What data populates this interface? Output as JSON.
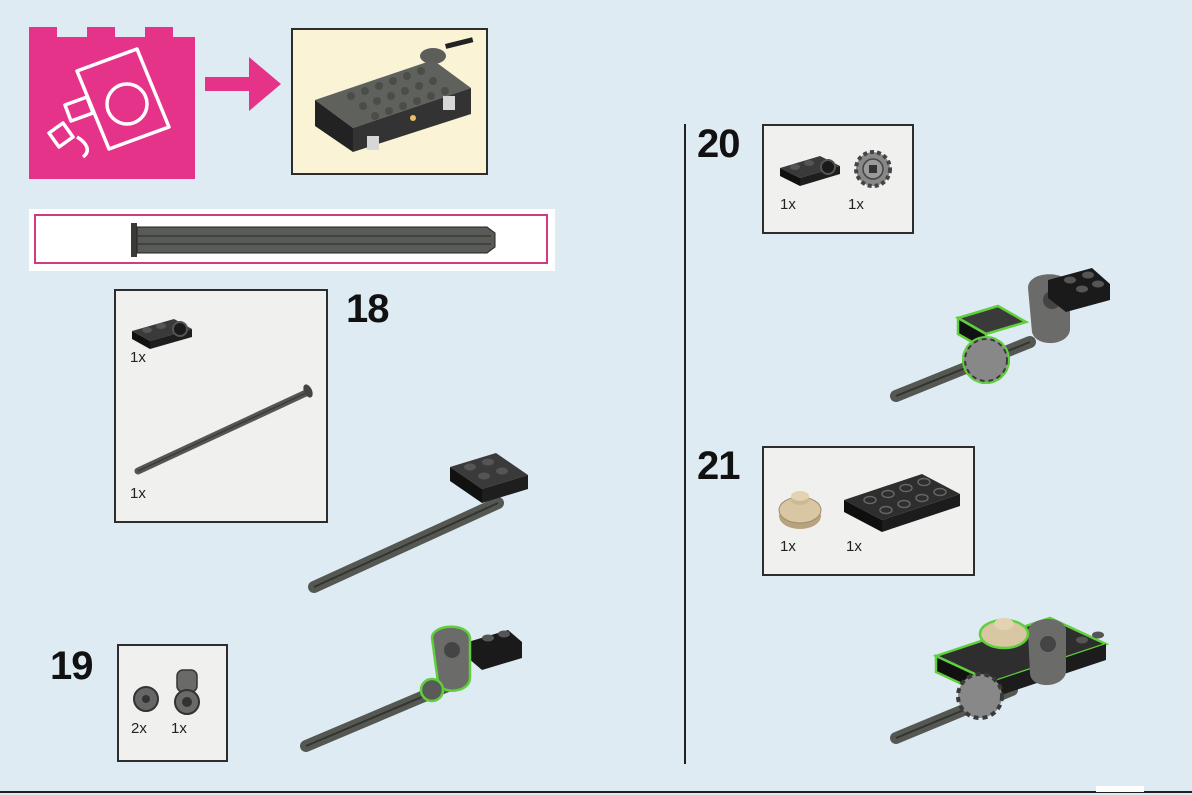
{
  "page": {
    "background": "#deebf3",
    "bag_color": "#e5338a"
  },
  "steps": [
    {
      "number": "18",
      "parts": [
        {
          "qty": "1x"
        },
        {
          "qty": "1x"
        }
      ]
    },
    {
      "number": "19",
      "parts": [
        {
          "qty": "2x"
        },
        {
          "qty": "1x"
        }
      ]
    },
    {
      "number": "20",
      "parts": [
        {
          "qty": "1x"
        },
        {
          "qty": "1x"
        }
      ]
    },
    {
      "number": "21",
      "parts": [
        {
          "qty": "1x"
        },
        {
          "qty": "1x"
        }
      ]
    }
  ]
}
